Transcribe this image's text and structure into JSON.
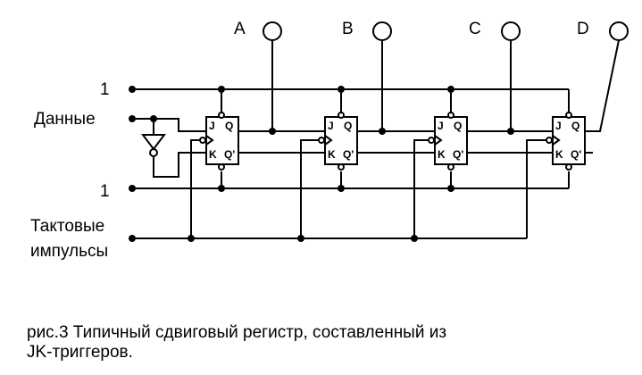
{
  "outputs": [
    "A",
    "B",
    "C",
    "D"
  ],
  "inputs": {
    "one_top": "1",
    "data": "Данные",
    "one_bottom": "1",
    "clock_line1": "Тактовые",
    "clock_line2": "импульсы"
  },
  "flipflop": {
    "pin_j": "J",
    "pin_q": "Q",
    "pin_k": "K",
    "pin_q_bar": "Q'"
  },
  "caption": {
    "line1": "рис.3 Типичный сдвиговый регистр, составленный из",
    "line2": "JK-триггеров."
  }
}
